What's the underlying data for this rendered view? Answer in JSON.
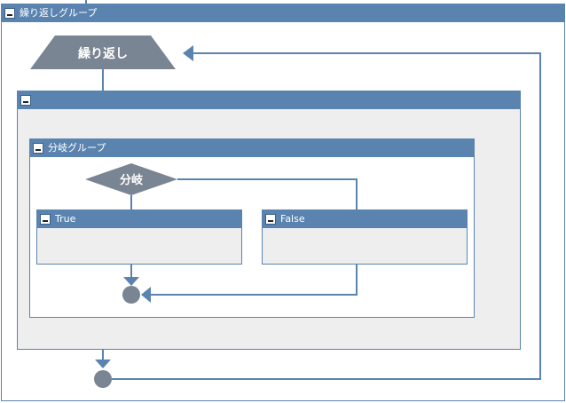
{
  "loop_group": {
    "title": "繰り返しグループ"
  },
  "loop_node": {
    "label": "繰り返し"
  },
  "inner_group": {
    "title": ""
  },
  "branch_group": {
    "title": "分岐グループ"
  },
  "branch_node": {
    "label": "分岐"
  },
  "true_branch": {
    "title": "True"
  },
  "false_branch": {
    "title": "False"
  },
  "colors": {
    "header": "#5a84af",
    "node": "#7a8593",
    "body": "#eeeeee",
    "connector": "#5a84af"
  }
}
